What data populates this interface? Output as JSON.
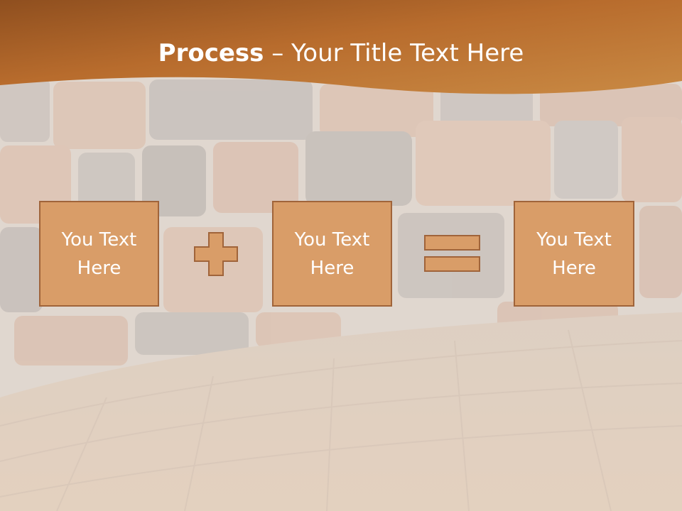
{
  "title": {
    "bold": "Process",
    "separator": " – ",
    "rest": "Your Title Text Here"
  },
  "boxes": [
    {
      "text": "You Text Here"
    },
    {
      "text": "You Text Here"
    },
    {
      "text": "You Text Here"
    }
  ],
  "operators": [
    {
      "symbol": "plus-icon"
    },
    {
      "symbol": "equals-icon"
    }
  ],
  "colors": {
    "banner": "#c27a35",
    "box_fill": "#d99d68",
    "box_border": "#a0643a",
    "text": "#ffffff"
  }
}
